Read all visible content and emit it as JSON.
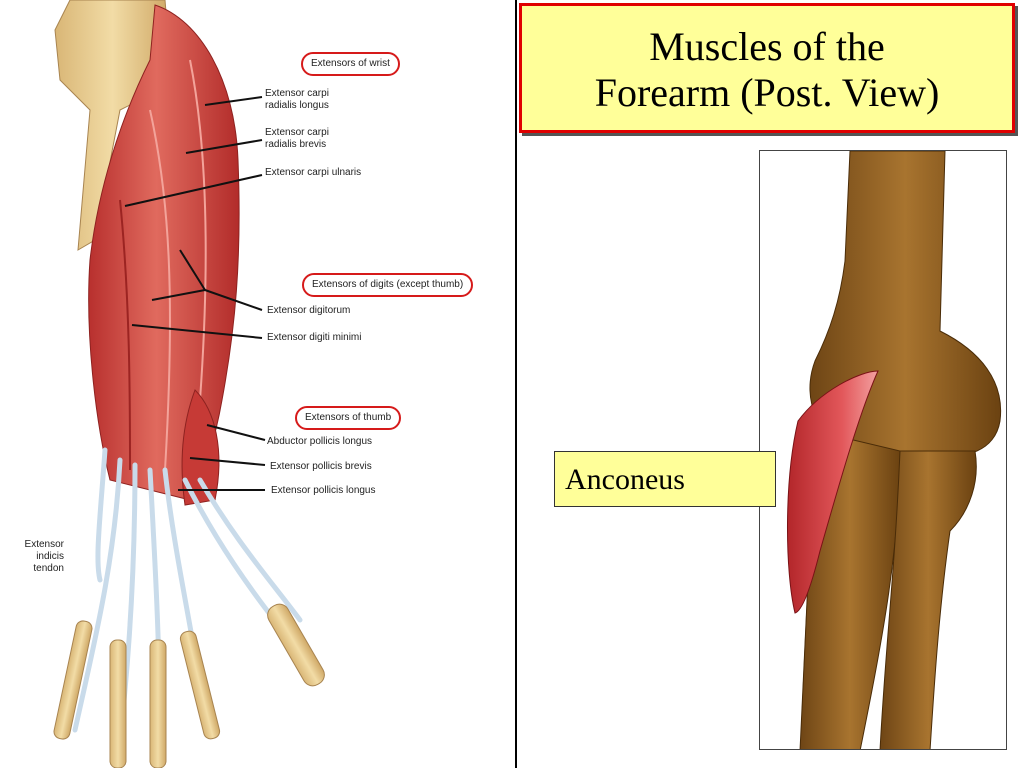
{
  "slide": {
    "title_line1": "Muscles of the",
    "title_line2": "Forearm (Post. View)",
    "right_label": "Anconeus"
  },
  "groups": {
    "wrist": "Extensors of wrist",
    "digits": "Extensors of digits (except thumb)",
    "thumb": "Extensors of thumb"
  },
  "labels": {
    "ecrl_1": "Extensor carpi",
    "ecrl_2": "radialis longus",
    "ecrb_1": "Extensor carpi",
    "ecrb_2": "radialis brevis",
    "ecu": "Extensor carpi ulnaris",
    "ed": "Extensor digitorum",
    "edm": "Extensor digiti minimi",
    "apl": "Abductor pollicis longus",
    "epb": "Extensor pollicis brevis",
    "epl": "Extensor pollicis longus",
    "ei_1": "Extensor",
    "ei_2": "indicis",
    "ei_3": "tendon"
  },
  "colors": {
    "title_fill": "#ffff99",
    "title_border": "#e00000",
    "circle_outline": "#d61a1a",
    "muscle": "#c8403c",
    "bone": "#e9cc8e",
    "tendon": "#cfe0ee"
  }
}
